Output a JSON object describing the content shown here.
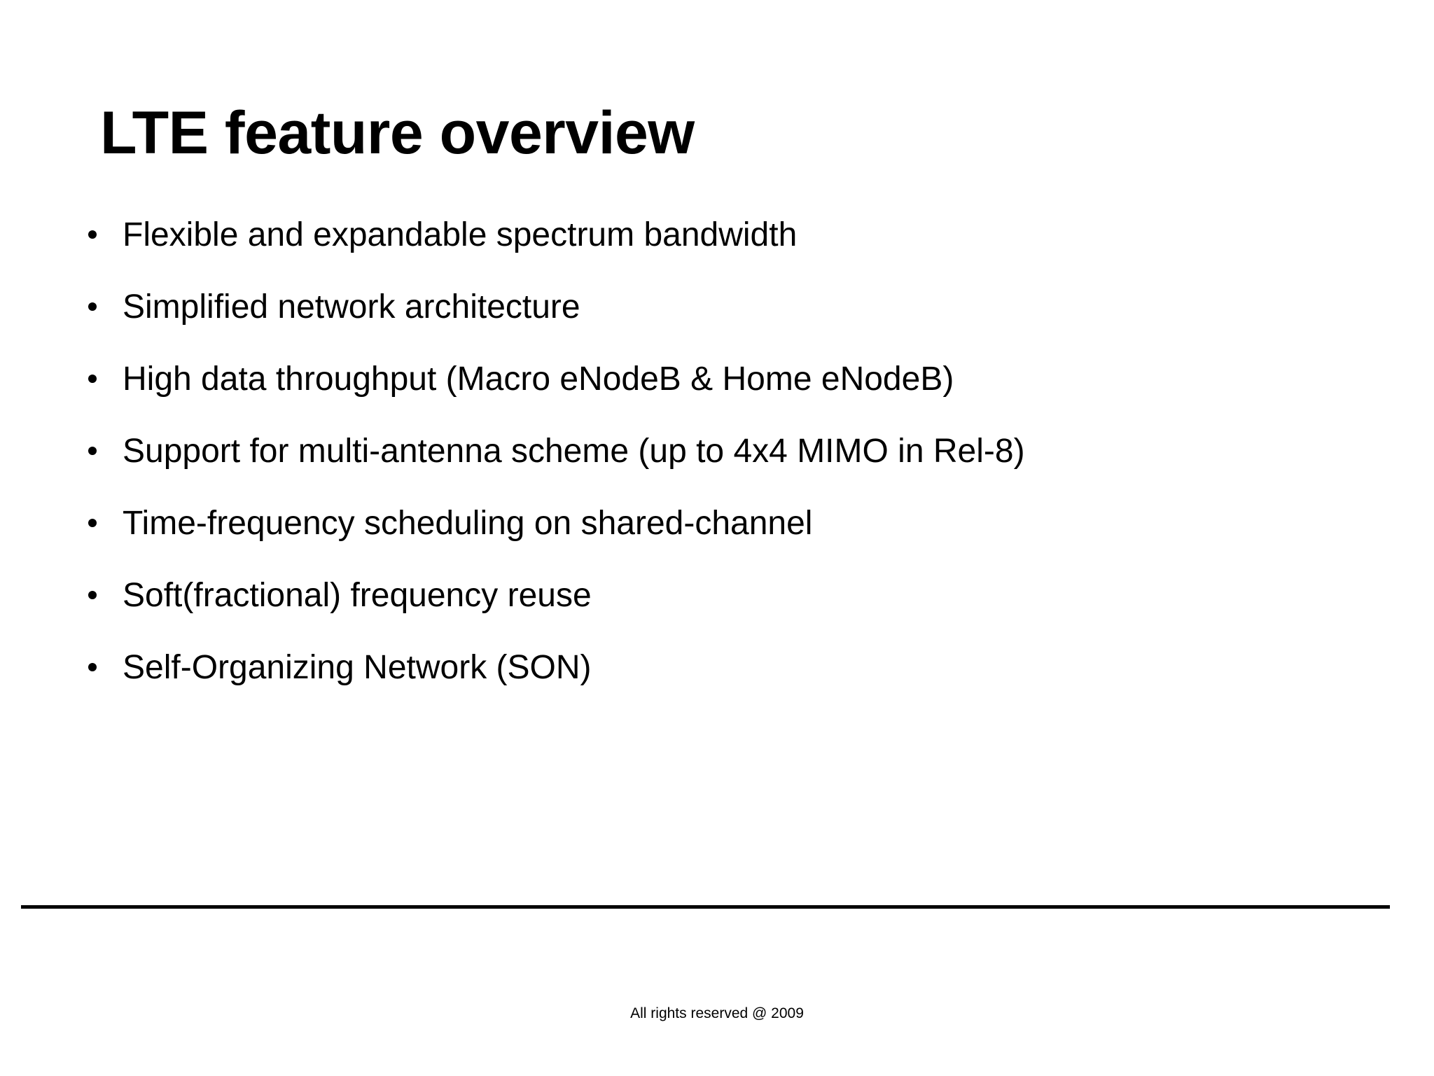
{
  "slide": {
    "title": "LTE feature overview",
    "bullets": [
      {
        "marker": "bullet-dot-icon",
        "text": "Flexible and expandable spectrum bandwidth"
      },
      {
        "marker": "bullet-dot-icon",
        "text": "Simplified network architecture"
      },
      {
        "marker": "bullet-dot-icon",
        "text": "High data throughput (Macro eNodeB & Home eNodeB)"
      },
      {
        "marker": "bullet-dot-icon",
        "text": "Support for multi-antenna scheme (up to 4x4 MIMO in Rel-8)"
      },
      {
        "marker": "bullet-dot-icon",
        "text": "Time-frequency scheduling on shared-channel"
      },
      {
        "marker": "bullet-dot-icon",
        "text": "Soft(fractional) frequency reuse"
      },
      {
        "marker": "bullet-dot-icon",
        "text": "Self-Organizing Network (SON)"
      }
    ],
    "footer": {
      "note": "All rights reserved @ 2009"
    },
    "colors": {
      "background": "#ffffff",
      "text": "#000000",
      "rule": "#000000"
    }
  }
}
